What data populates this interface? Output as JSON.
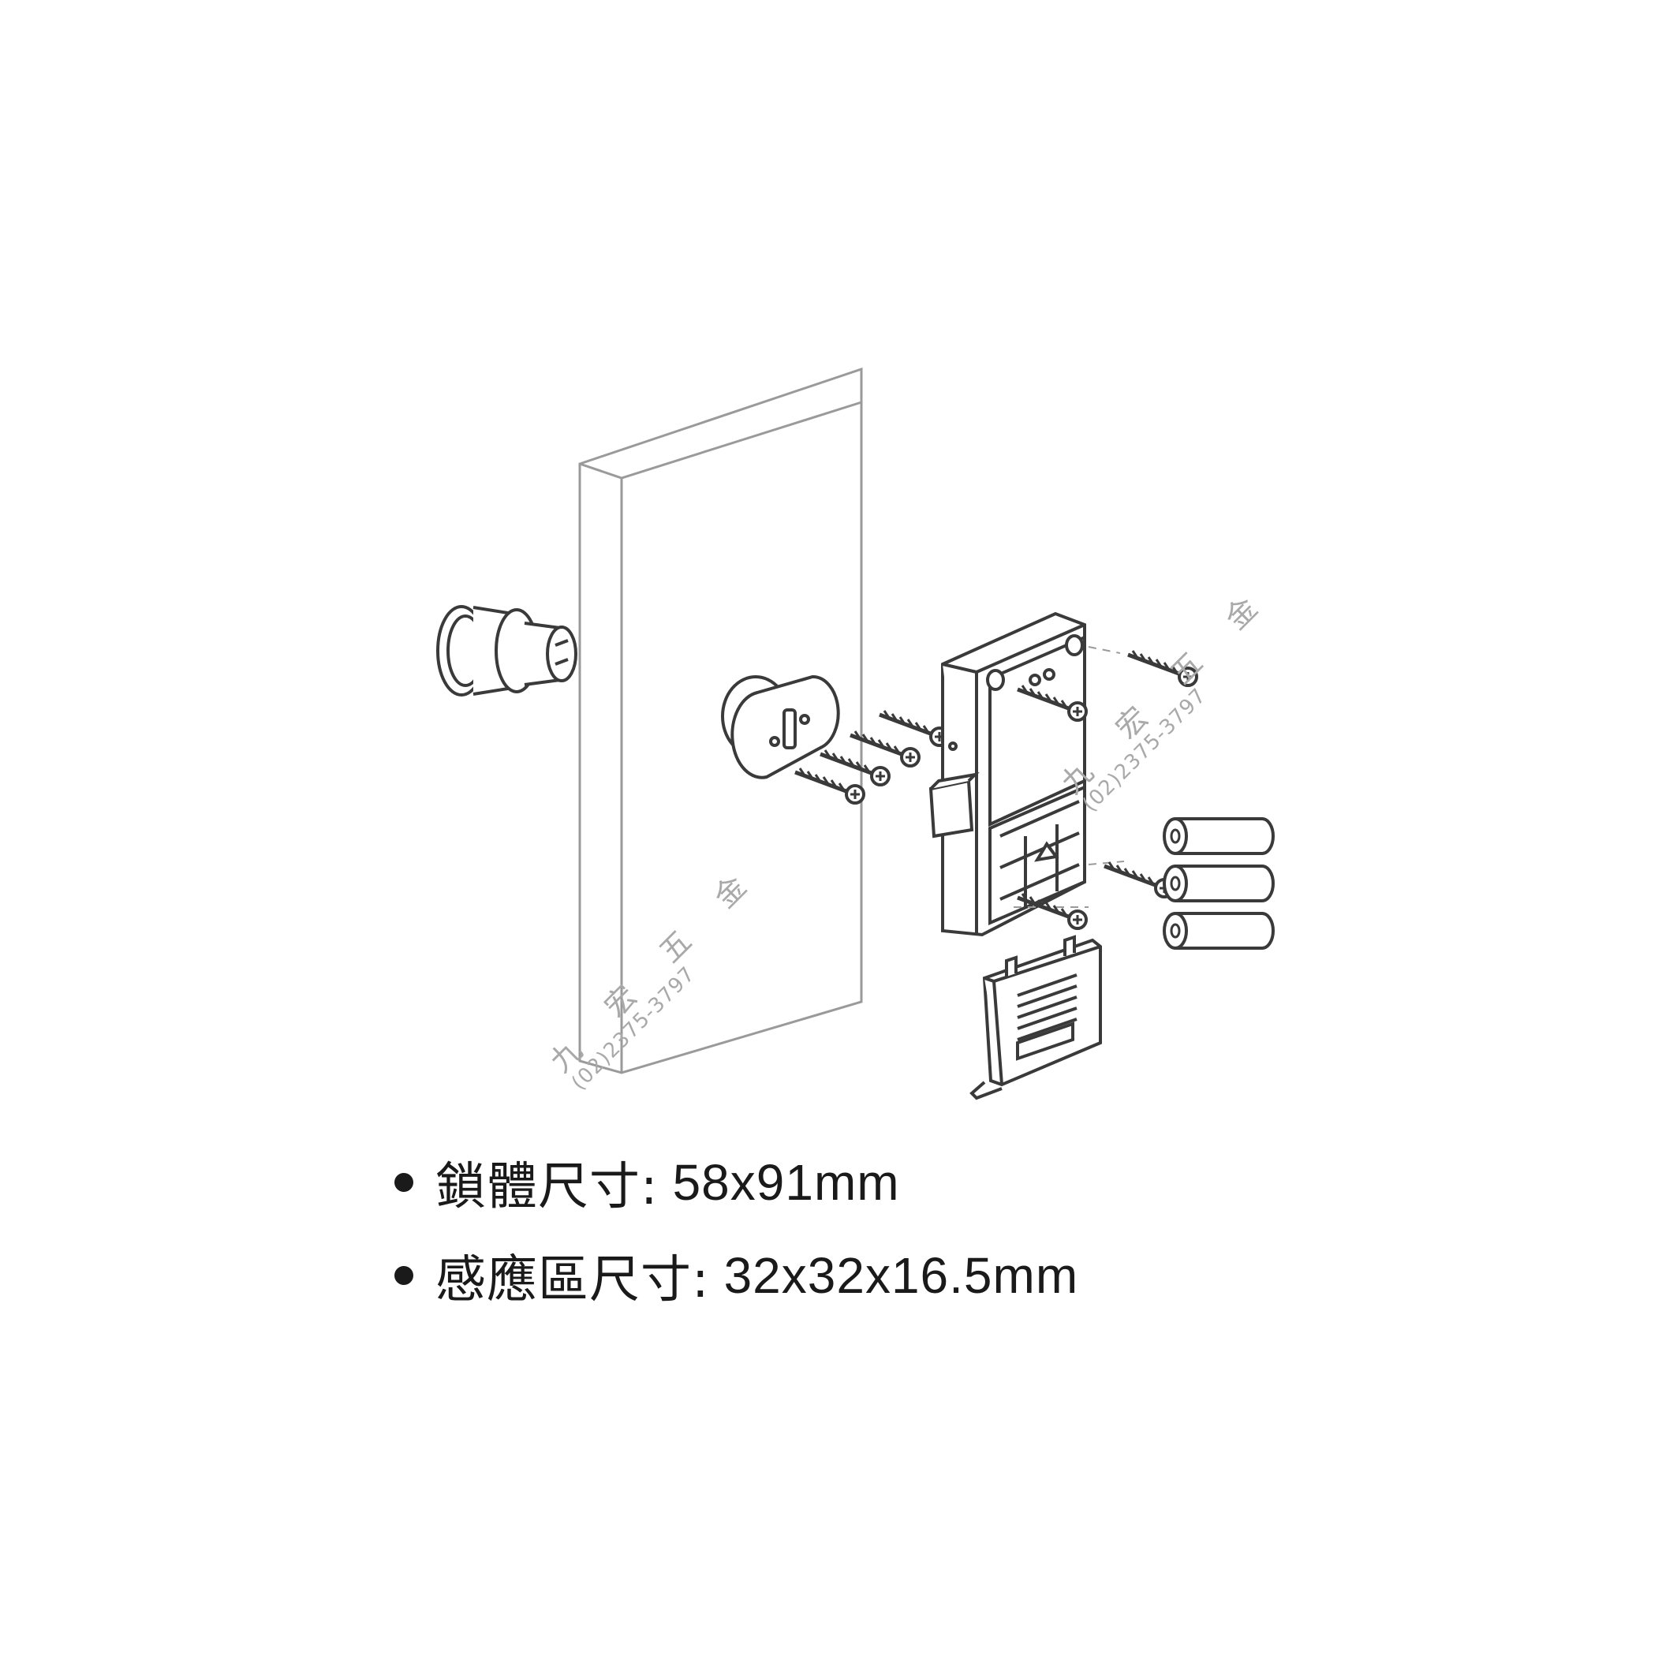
{
  "watermark": {
    "name": "九 宏 五 金",
    "phone": "(02)2375-3797"
  },
  "specs": [
    {
      "label": "鎖體尺寸:",
      "value": "58x91mm"
    },
    {
      "label": "感應區尺寸:",
      "value": "32x32x16.5mm"
    }
  ],
  "colors": {
    "line": "#3a3a3a",
    "door_line": "#9a9a9a",
    "watermark": "#a9a9a9"
  }
}
